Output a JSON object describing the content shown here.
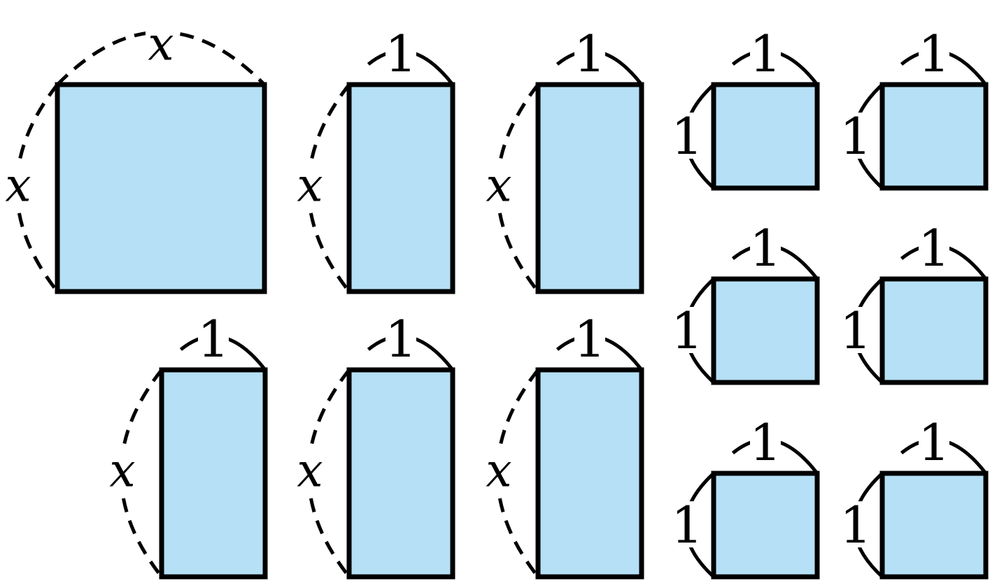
{
  "colors": {
    "tile_fill": "#b5e0f5",
    "outline": "#000000",
    "background": "#ffffff"
  },
  "labels": {
    "x": "x",
    "one": "1"
  },
  "tiles": [
    {
      "kind": "x-square",
      "width": "x",
      "height": "x"
    },
    {
      "kind": "x-bar",
      "width": "1",
      "height": "x"
    },
    {
      "kind": "x-bar",
      "width": "1",
      "height": "x"
    },
    {
      "kind": "unit-square",
      "width": "1",
      "height": "1"
    },
    {
      "kind": "unit-square",
      "width": "1",
      "height": "1"
    },
    {
      "kind": "unit-square",
      "width": "1",
      "height": "1"
    },
    {
      "kind": "unit-square",
      "width": "1",
      "height": "1"
    },
    {
      "kind": "x-bar",
      "width": "1",
      "height": "x"
    },
    {
      "kind": "x-bar",
      "width": "1",
      "height": "x"
    },
    {
      "kind": "x-bar",
      "width": "1",
      "height": "x"
    },
    {
      "kind": "unit-square",
      "width": "1",
      "height": "1"
    },
    {
      "kind": "unit-square",
      "width": "1",
      "height": "1"
    }
  ]
}
